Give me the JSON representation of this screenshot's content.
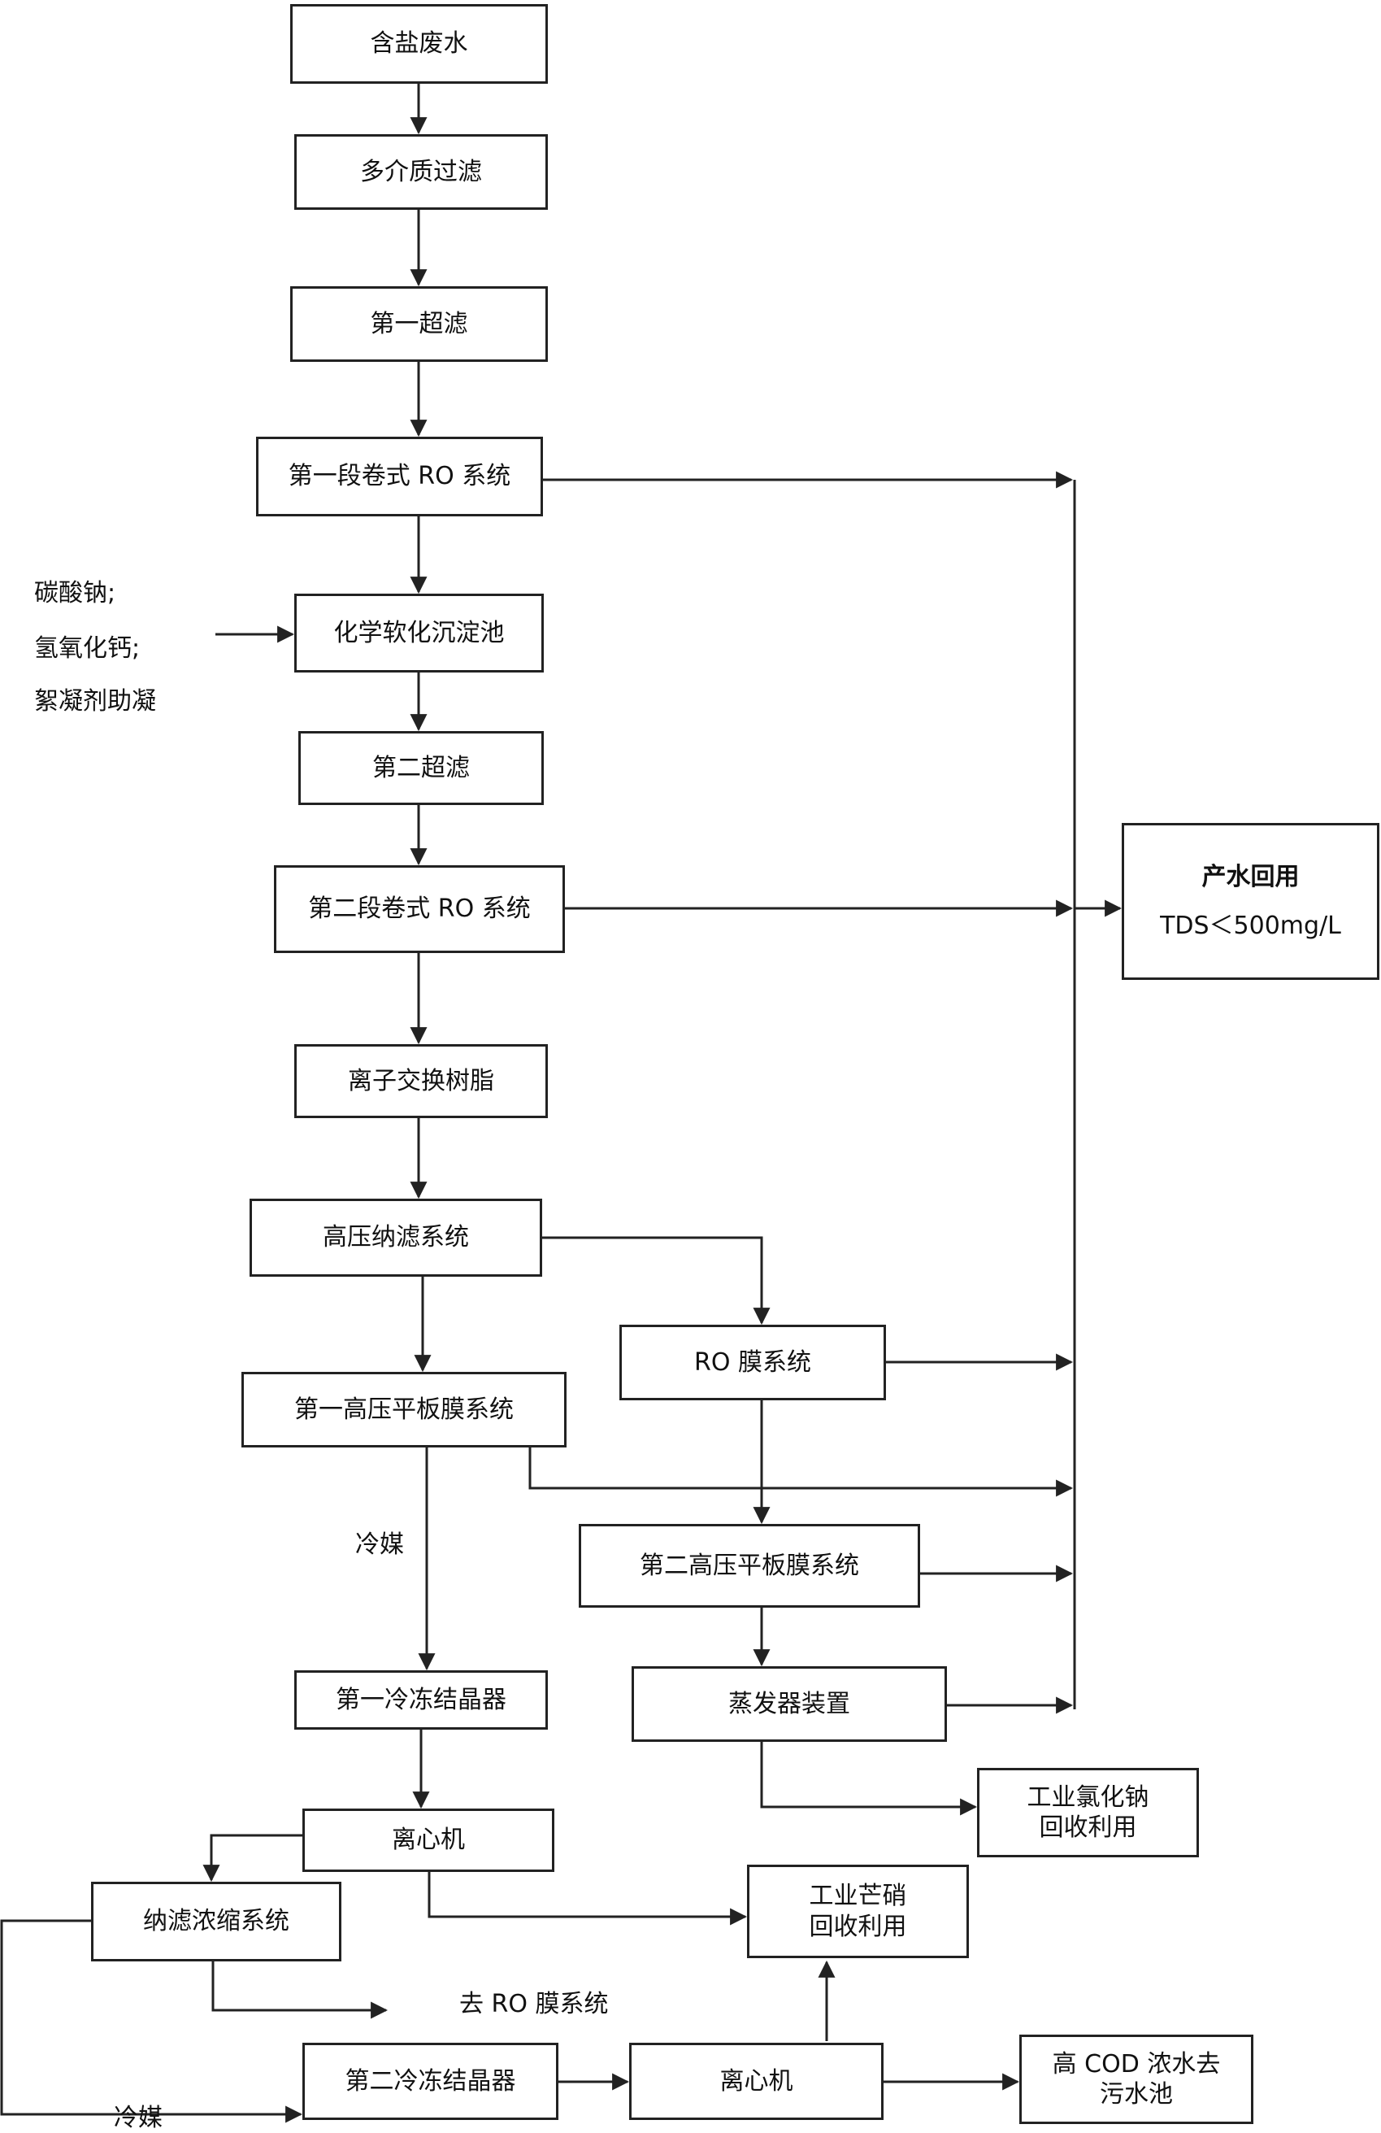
{
  "nodes": {
    "n1": "含盐废水",
    "n2": "多介质过滤",
    "n3": "第一超滤",
    "n4": "第一段卷式 RO 系统",
    "n5": "化学软化沉淀池",
    "n6": "第二超滤",
    "n7": "第二段卷式 RO 系统",
    "n8": "离子交换树脂",
    "n9": "高压纳滤系统",
    "n10": "RO 膜系统",
    "n11": "第一高压平板膜系统",
    "n12": "第二高压平板膜系统",
    "n13": "第一冷冻结晶器",
    "n14": "蒸发器装置",
    "n15": "离心机",
    "n16": "纳滤浓缩系统",
    "n17": "第二冷冻结晶器",
    "n18": "离心机"
  },
  "product": {
    "line1": "产水回用",
    "line2": "TDS＜500mg/L"
  },
  "nacl": {
    "line1": "工业氯化钠",
    "line2": "回收利用"
  },
  "mangxiao": {
    "line1": "工业芒硝",
    "line2": "回收利用"
  },
  "cod": {
    "line1": "高 COD 浓水去",
    "line2": "污水池"
  },
  "chemicals": [
    "碳酸钠;",
    "氢氧化钙;",
    "絮凝剂助凝"
  ],
  "labels": {
    "coolant1": "冷媒",
    "coolant2": "冷媒",
    "to_ro": "去 RO 膜系统"
  }
}
